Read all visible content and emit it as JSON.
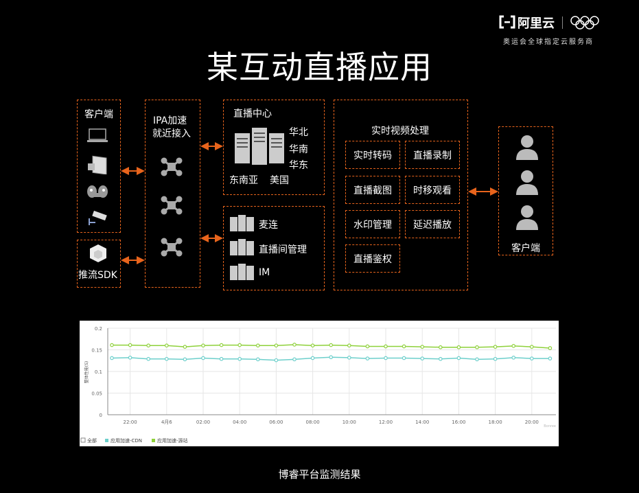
{
  "brand": {
    "name": "阿里云",
    "tagline": "奥运会全球指定云服务商"
  },
  "title": "某互动直播应用",
  "client_left": {
    "label": "客户端",
    "icons": [
      "laptop-icon",
      "display-camera-icon",
      "gamepad-icon",
      "surveillance-camera-icon"
    ]
  },
  "sdk": {
    "label": "推流SDK"
  },
  "ipa": {
    "label_line1": "IPA加速",
    "label_line2": "就近接入"
  },
  "live_center": {
    "label": "直播中心",
    "regions": [
      "华北",
      "华南",
      "华东",
      "东南亚",
      "美国"
    ]
  },
  "services": {
    "items": [
      "麦连",
      "直播间管理",
      "IM"
    ]
  },
  "processing": {
    "label": "实时视频处理",
    "items": [
      "实时转码",
      "直播录制",
      "直播截图",
      "时移观看",
      "水印管理",
      "延迟播放",
      "直播鉴权"
    ]
  },
  "client_right": {
    "label": "客户端"
  },
  "colors": {
    "accent": "#e8641c",
    "cdn": "#6ccfcb",
    "origin": "#8ed13a"
  },
  "chart_data": {
    "type": "line",
    "ylabel": "整体性能(S)",
    "ylim": [
      0,
      0.2
    ],
    "yticks": [
      "0",
      "0.05",
      "0.1",
      "0.15",
      "0.2"
    ],
    "xtick_labels": [
      "22:00",
      "4月6",
      "02:00",
      "04:00",
      "06:00",
      "08:00",
      "10:00",
      "12:00",
      "14:00",
      "16:00",
      "18:00",
      "20:00"
    ],
    "x": [
      "21:00",
      "22:00",
      "23:00",
      "00:00",
      "01:00",
      "02:00",
      "03:00",
      "04:00",
      "05:00",
      "06:00",
      "07:00",
      "08:00",
      "09:00",
      "10:00",
      "11:00",
      "12:00",
      "13:00",
      "14:00",
      "15:00",
      "16:00",
      "17:00",
      "18:00",
      "19:00",
      "20:00",
      "21:00"
    ],
    "grid": true,
    "legend_placement": "bottom-left",
    "legend_all": "全部",
    "watermark": "Bonree",
    "series": [
      {
        "name": "应用加速-CDN",
        "color": "#6ccfcb",
        "values": [
          0.131,
          0.132,
          0.129,
          0.129,
          0.128,
          0.131,
          0.129,
          0.129,
          0.128,
          0.126,
          0.128,
          0.131,
          0.133,
          0.132,
          0.13,
          0.131,
          0.131,
          0.13,
          0.129,
          0.131,
          0.128,
          0.129,
          0.132,
          0.13,
          0.13
        ]
      },
      {
        "name": "应用加速-源站",
        "color": "#8ed13a",
        "values": [
          0.161,
          0.161,
          0.16,
          0.16,
          0.157,
          0.16,
          0.161,
          0.161,
          0.16,
          0.16,
          0.162,
          0.16,
          0.161,
          0.16,
          0.158,
          0.158,
          0.158,
          0.157,
          0.156,
          0.156,
          0.156,
          0.157,
          0.159,
          0.157,
          0.154
        ]
      }
    ]
  },
  "caption": "博睿平台监测结果"
}
